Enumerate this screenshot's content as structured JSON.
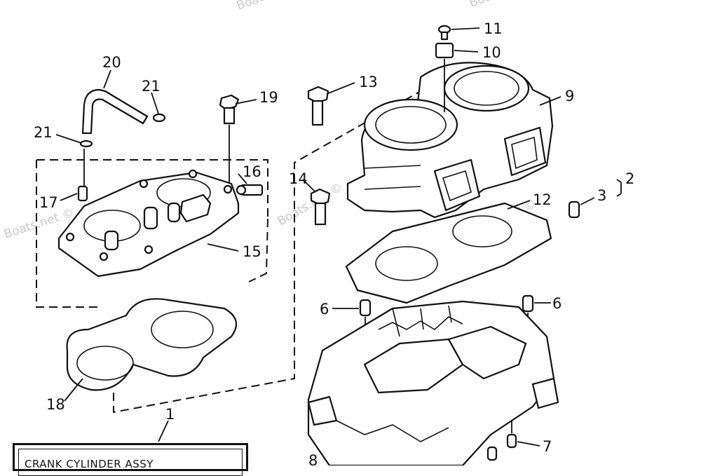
{
  "diagram": {
    "callouts": {
      "c1": "1",
      "c2": "2",
      "c3": "3",
      "c6a": "6",
      "c6b": "6",
      "c7": "7",
      "c8": "8",
      "c9": "9",
      "c10": "10",
      "c11": "11",
      "c12": "12",
      "c13": "13",
      "c14": "14",
      "c15": "15",
      "c16": "16",
      "c17": "17",
      "c18": "18",
      "c19": "19",
      "c20": "20",
      "c21a": "21",
      "c21b": "21"
    },
    "watermark": "Boats.net ©",
    "legend": "CRANK CYLINDER ASSY"
  }
}
